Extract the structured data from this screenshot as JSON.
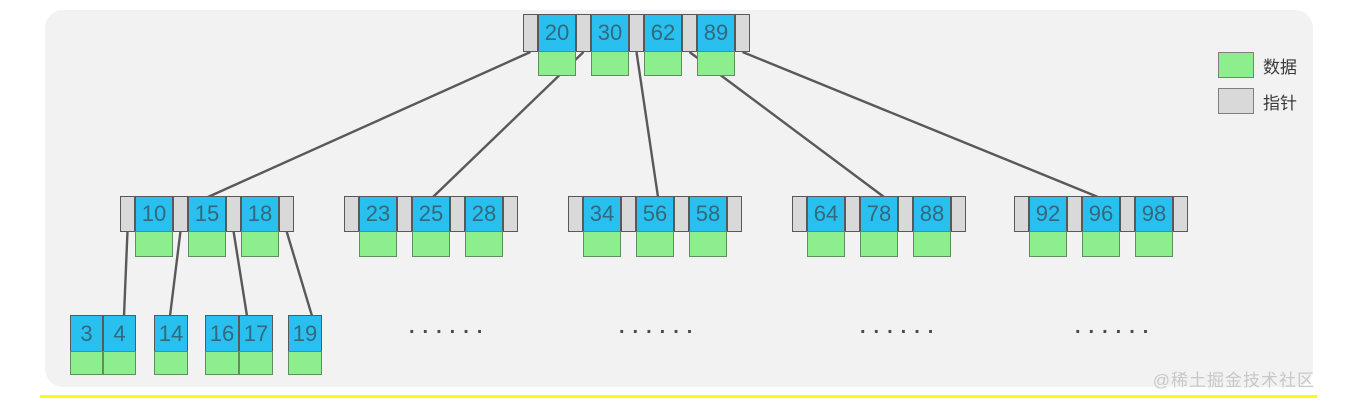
{
  "diagram": {
    "type": "b-plus-tree",
    "root": {
      "keys": [
        "20",
        "30",
        "62",
        "89"
      ]
    },
    "internal_nodes": [
      {
        "keys": [
          "10",
          "15",
          "18"
        ]
      },
      {
        "keys": [
          "23",
          "25",
          "28"
        ]
      },
      {
        "keys": [
          "34",
          "56",
          "58"
        ]
      },
      {
        "keys": [
          "64",
          "78",
          "88"
        ]
      },
      {
        "keys": [
          "92",
          "96",
          "98"
        ]
      }
    ],
    "leaf_nodes": [
      {
        "keys": [
          "3",
          "4"
        ]
      },
      {
        "keys": [
          "14"
        ]
      },
      {
        "keys": [
          "16",
          "17"
        ]
      },
      {
        "keys": [
          "19"
        ]
      }
    ],
    "ellipsis": "......"
  },
  "legend": {
    "items": [
      {
        "id": "data",
        "label": "数据",
        "color": "#8dee8e"
      },
      {
        "id": "pointer",
        "label": "指针",
        "color": "#d9d9d9"
      }
    ]
  },
  "watermark": "@稀土掘金技术社区",
  "colors": {
    "key_cyan": "#29c0f0",
    "data_green": "#8dee8e",
    "pointer_gray": "#d9d9d9",
    "key_text": "#33697d",
    "line": "#595959",
    "card_bg": "#f2f2f2",
    "accent_bar": "#ffff00"
  }
}
